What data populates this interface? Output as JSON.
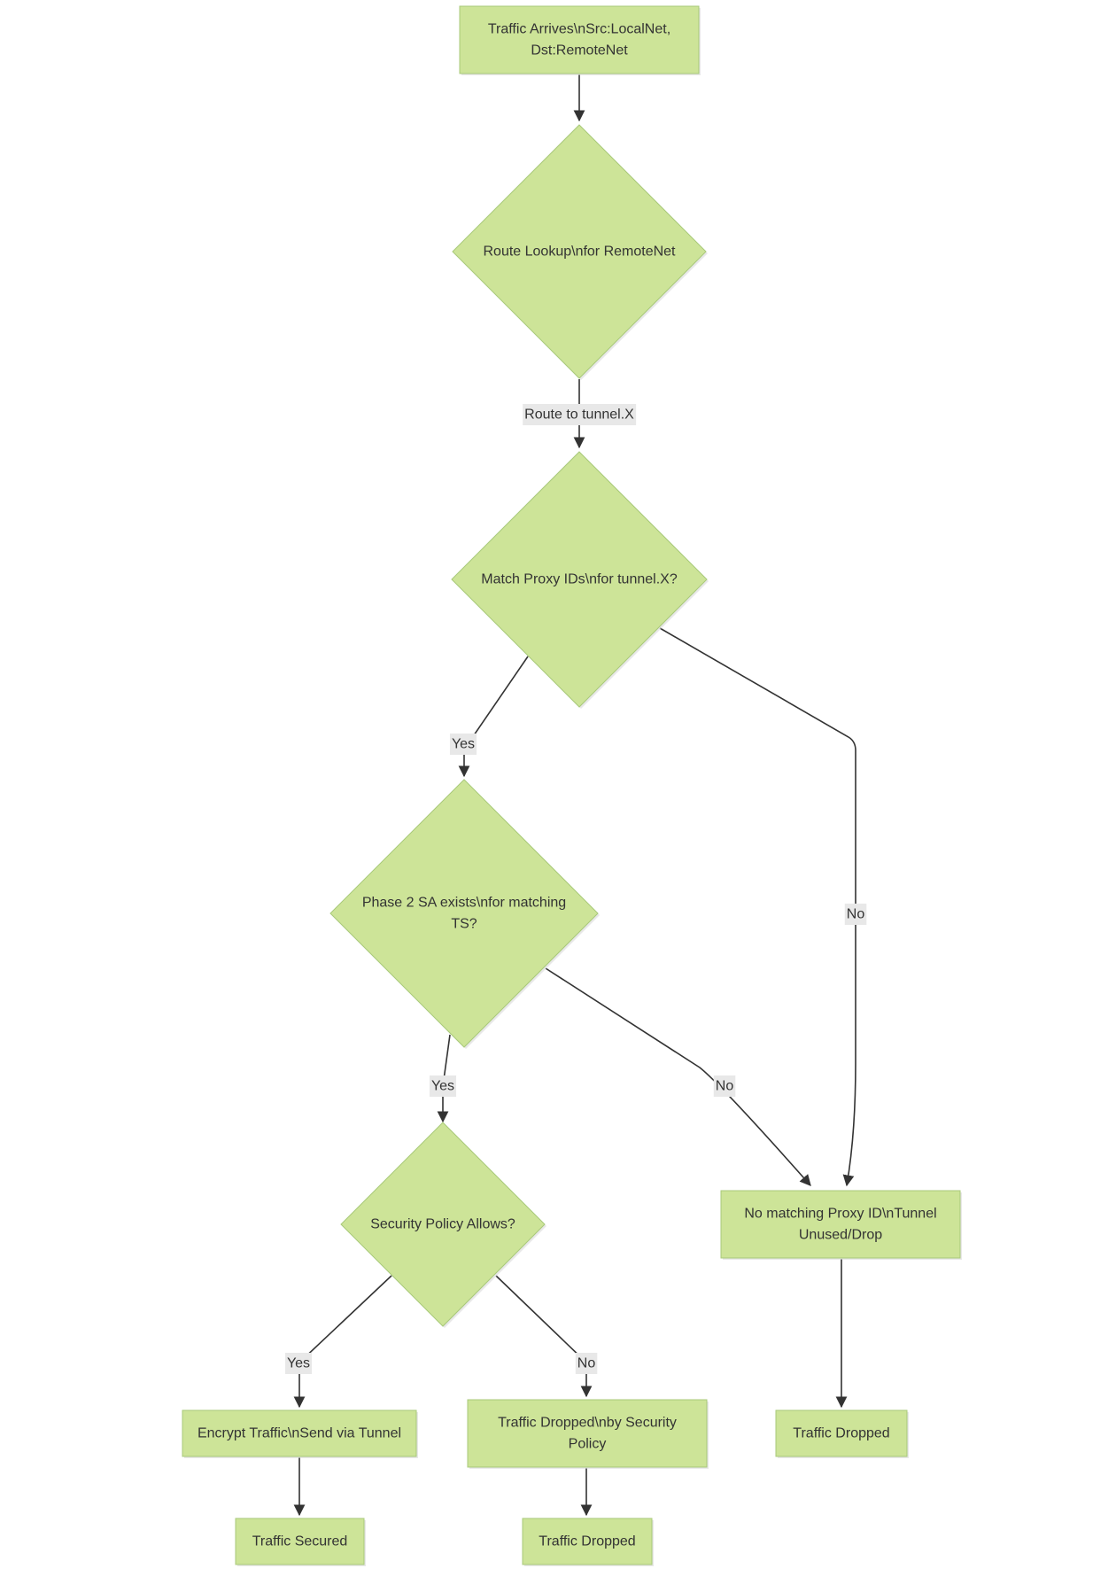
{
  "colors": {
    "node_fill": "#cde498",
    "node_stroke": "#a8c97a",
    "edge": "#333333",
    "label_bg": "#e8e8e8",
    "text": "#333333"
  },
  "nodes": {
    "start": [
      "Traffic Arrives\\nSrc:LocalNet,",
      "Dst:RemoteNet"
    ],
    "route_lookup": [
      "Route Lookup\\nfor RemoteNet"
    ],
    "match_proxy": [
      "Match Proxy IDs\\nfor tunnel.X?"
    ],
    "phase2": [
      "Phase 2 SA exists\\nfor matching",
      "TS?"
    ],
    "policy": [
      "Security Policy Allows?"
    ],
    "no_match": [
      "No matching Proxy ID\\nTunnel",
      "Unused/Drop"
    ],
    "encrypt": [
      "Encrypt Traffic\\nSend via Tunnel"
    ],
    "dropped_policy": [
      "Traffic Dropped\\nby Security",
      "Policy"
    ],
    "dropped_right": [
      "Traffic Dropped"
    ],
    "secured": [
      "Traffic Secured"
    ],
    "dropped_bottom": [
      "Traffic Dropped"
    ]
  },
  "edge_labels": {
    "route_to_tunnel": "Route to tunnel.X",
    "match_yes": "Yes",
    "match_no": "No",
    "phase2_yes": "Yes",
    "phase2_no": "No",
    "policy_yes": "Yes",
    "policy_no": "No"
  }
}
